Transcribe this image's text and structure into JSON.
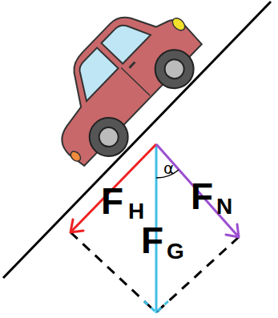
{
  "diagram": {
    "labels": [
      "F",
      "H",
      "F",
      "G",
      "F",
      "N",
      "α"
    ]
  }
}
